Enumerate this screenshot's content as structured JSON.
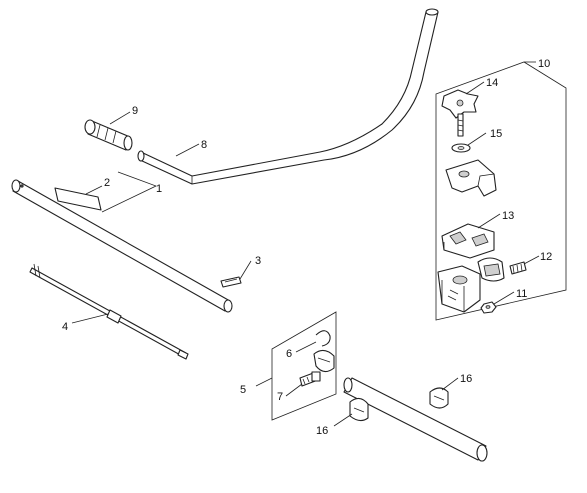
{
  "callouts": {
    "c1": "1",
    "c2": "2",
    "c3": "3",
    "c4": "4",
    "c5": "5",
    "c6": "6",
    "c7": "7",
    "c8": "8",
    "c9": "9",
    "c10": "10",
    "c11": "11",
    "c12": "12",
    "c13": "13",
    "c14": "14",
    "c15": "15",
    "c16a": "16",
    "c16b": "16"
  }
}
